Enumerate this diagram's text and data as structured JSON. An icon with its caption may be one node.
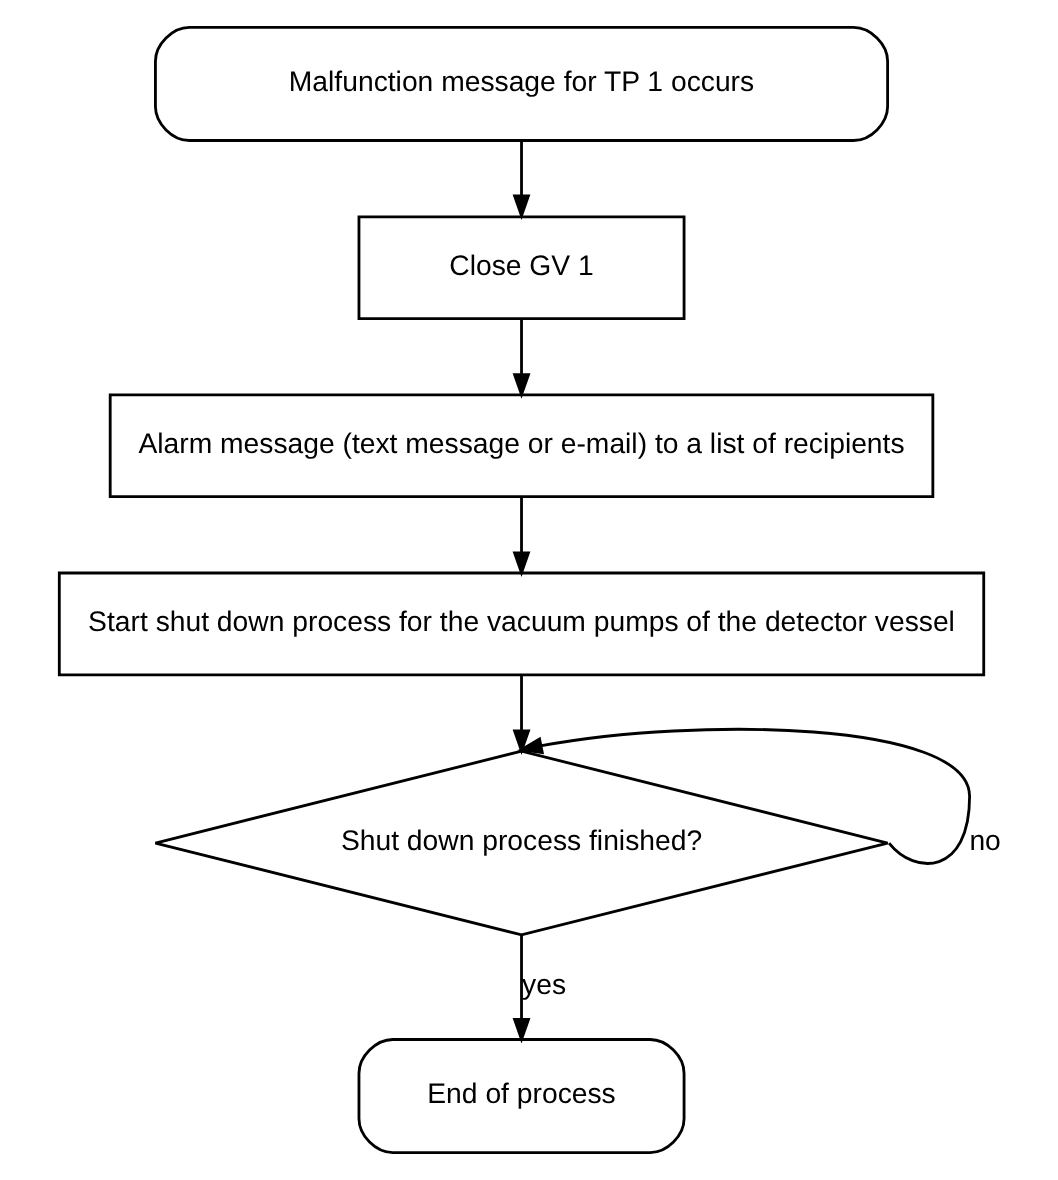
{
  "diagram": {
    "nodes": [
      {
        "text": [
          "Malfunction message for TP 1 occurs"
        ]
      },
      {
        "text": [
          "Close GV 1"
        ]
      },
      {
        "text": [
          "Alarm message (text message or e-mail) to a list of recipients"
        ]
      },
      {
        "text": [
          "Start shut down process for the vacuum pumps of the detector vessel"
        ]
      },
      {
        "text": [
          "Shut down process finished?"
        ]
      },
      {
        "text": [
          "End of process"
        ]
      }
    ],
    "edges": [
      {
        "from": 0,
        "to": 1,
        "arrow": "to"
      },
      {
        "from": 1,
        "to": 2,
        "arrow": "to"
      },
      {
        "from": 2,
        "to": 3,
        "arrow": "to"
      },
      {
        "from": 3,
        "to": 4,
        "arrow": "to"
      },
      {
        "from": 4,
        "to": 4,
        "arrow": "to",
        "label": "no"
      },
      {
        "from": 4,
        "to": 5,
        "arrow": "to",
        "label": "yes"
      }
    ]
  }
}
